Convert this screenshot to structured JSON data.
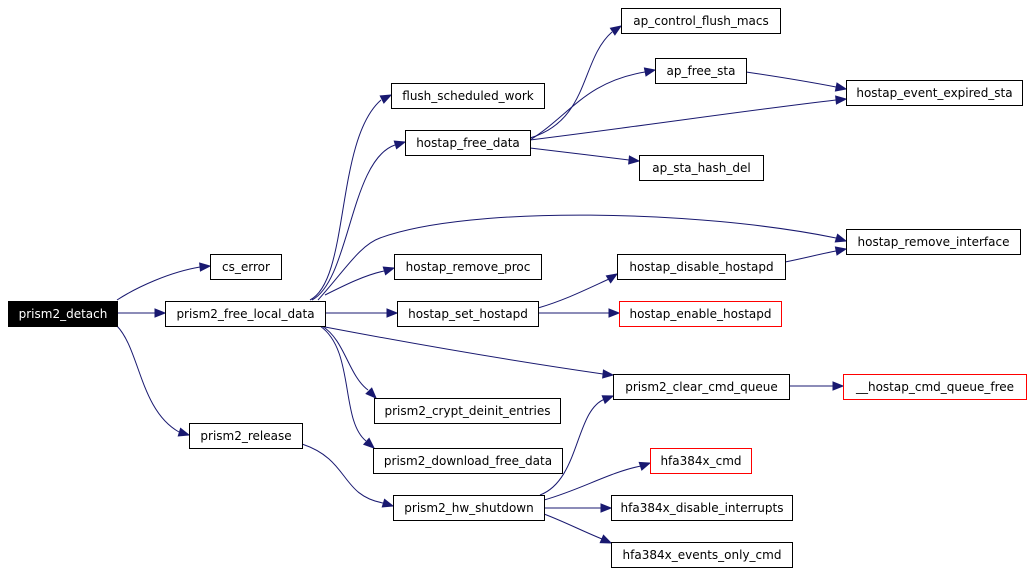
{
  "colors": {
    "edge": "#191970",
    "node_border": "#000000",
    "node_border_external": "#ff0000",
    "root_fill": "#000000",
    "root_text": "#ffffff",
    "node_fill": "#ffffff",
    "node_text": "#000000"
  },
  "nodes": [
    {
      "id": "prism2_detach",
      "label": "prism2_detach",
      "style": "root"
    },
    {
      "id": "cs_error",
      "label": "cs_error",
      "style": "normal"
    },
    {
      "id": "prism2_free_local_data",
      "label": "prism2_free_local_data",
      "style": "normal"
    },
    {
      "id": "prism2_release",
      "label": "prism2_release",
      "style": "normal"
    },
    {
      "id": "flush_scheduled_work",
      "label": "flush_scheduled_work",
      "style": "normal"
    },
    {
      "id": "hostap_free_data",
      "label": "hostap_free_data",
      "style": "normal"
    },
    {
      "id": "hostap_remove_proc",
      "label": "hostap_remove_proc",
      "style": "normal"
    },
    {
      "id": "hostap_set_hostapd",
      "label": "hostap_set_hostapd",
      "style": "normal"
    },
    {
      "id": "prism2_crypt_deinit_entries",
      "label": "prism2_crypt_deinit_entries",
      "style": "normal"
    },
    {
      "id": "prism2_download_free_data",
      "label": "prism2_download_free_data",
      "style": "normal"
    },
    {
      "id": "prism2_hw_shutdown",
      "label": "prism2_hw_shutdown",
      "style": "normal"
    },
    {
      "id": "ap_control_flush_macs",
      "label": "ap_control_flush_macs",
      "style": "normal"
    },
    {
      "id": "ap_free_sta",
      "label": "ap_free_sta",
      "style": "normal"
    },
    {
      "id": "ap_sta_hash_del",
      "label": "ap_sta_hash_del",
      "style": "normal"
    },
    {
      "id": "hostap_disable_hostapd",
      "label": "hostap_disable_hostapd",
      "style": "normal"
    },
    {
      "id": "hostap_enable_hostapd",
      "label": "hostap_enable_hostapd",
      "style": "external"
    },
    {
      "id": "prism2_clear_cmd_queue",
      "label": "prism2_clear_cmd_queue",
      "style": "normal"
    },
    {
      "id": "hfa384x_cmd",
      "label": "hfa384x_cmd",
      "style": "external"
    },
    {
      "id": "hfa384x_disable_interrupts",
      "label": "hfa384x_disable_interrupts",
      "style": "normal"
    },
    {
      "id": "hfa384x_events_only_cmd",
      "label": "hfa384x_events_only_cmd",
      "style": "normal"
    },
    {
      "id": "hostap_event_expired_sta",
      "label": "hostap_event_expired_sta",
      "style": "normal"
    },
    {
      "id": "hostap_remove_interface",
      "label": "hostap_remove_interface",
      "style": "normal"
    },
    {
      "id": "__hostap_cmd_queue_free",
      "label": "__hostap_cmd_queue_free",
      "style": "external"
    }
  ],
  "edges": [
    {
      "from": "prism2_detach",
      "to": "cs_error"
    },
    {
      "from": "prism2_detach",
      "to": "prism2_free_local_data"
    },
    {
      "from": "prism2_detach",
      "to": "prism2_release"
    },
    {
      "from": "prism2_free_local_data",
      "to": "flush_scheduled_work"
    },
    {
      "from": "prism2_free_local_data",
      "to": "hostap_free_data"
    },
    {
      "from": "prism2_free_local_data",
      "to": "hostap_remove_interface"
    },
    {
      "from": "prism2_free_local_data",
      "to": "hostap_remove_proc"
    },
    {
      "from": "prism2_free_local_data",
      "to": "hostap_set_hostapd"
    },
    {
      "from": "prism2_free_local_data",
      "to": "prism2_clear_cmd_queue"
    },
    {
      "from": "prism2_free_local_data",
      "to": "prism2_crypt_deinit_entries"
    },
    {
      "from": "prism2_free_local_data",
      "to": "prism2_download_free_data"
    },
    {
      "from": "prism2_release",
      "to": "prism2_hw_shutdown"
    },
    {
      "from": "hostap_free_data",
      "to": "ap_control_flush_macs"
    },
    {
      "from": "hostap_free_data",
      "to": "ap_free_sta"
    },
    {
      "from": "hostap_free_data",
      "to": "hostap_event_expired_sta"
    },
    {
      "from": "hostap_free_data",
      "to": "ap_sta_hash_del"
    },
    {
      "from": "ap_free_sta",
      "to": "hostap_event_expired_sta"
    },
    {
      "from": "hostap_set_hostapd",
      "to": "hostap_disable_hostapd"
    },
    {
      "from": "hostap_set_hostapd",
      "to": "hostap_enable_hostapd"
    },
    {
      "from": "hostap_disable_hostapd",
      "to": "hostap_remove_interface"
    },
    {
      "from": "prism2_clear_cmd_queue",
      "to": "__hostap_cmd_queue_free"
    },
    {
      "from": "prism2_hw_shutdown",
      "to": "prism2_clear_cmd_queue"
    },
    {
      "from": "prism2_hw_shutdown",
      "to": "hfa384x_cmd"
    },
    {
      "from": "prism2_hw_shutdown",
      "to": "hfa384x_disable_interrupts"
    },
    {
      "from": "prism2_hw_shutdown",
      "to": "hfa384x_events_only_cmd"
    }
  ]
}
